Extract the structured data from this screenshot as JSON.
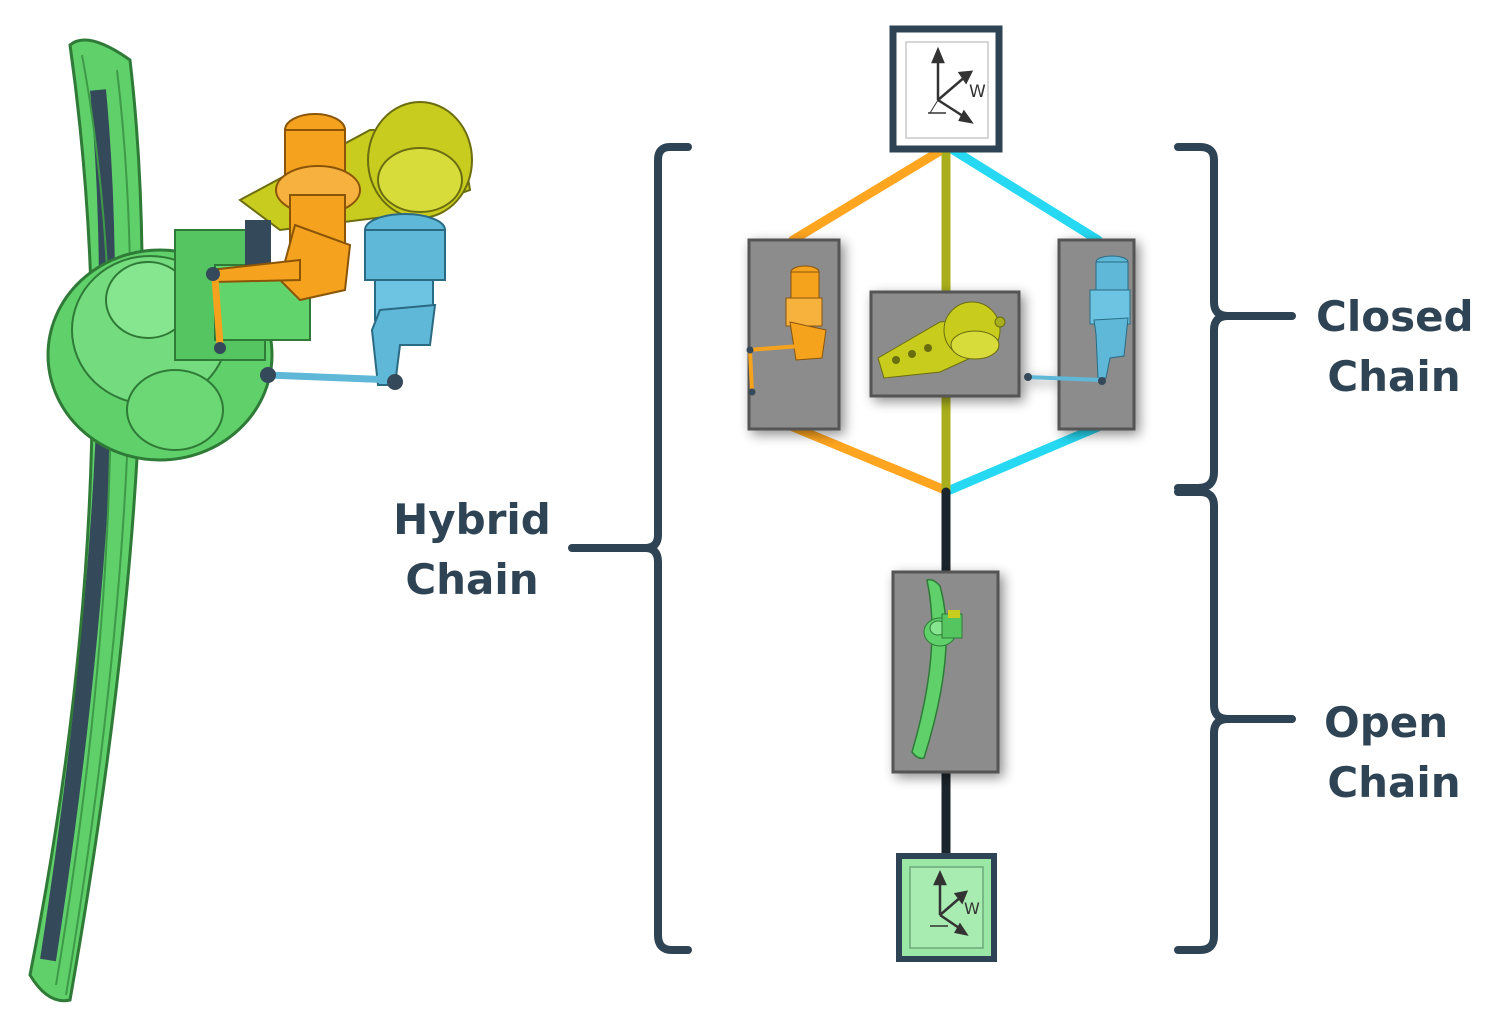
{
  "labels": {
    "hybrid": [
      "Hybrid",
      "Chain"
    ],
    "closed": [
      "Closed",
      "Chain"
    ],
    "open": [
      "Open",
      "Chain"
    ]
  },
  "frames": {
    "world_symbol": "W",
    "end_symbol": "W"
  },
  "colors": {
    "text": "#2e4354",
    "bracket": "#2e4354",
    "orange": "#ffa51f",
    "olive": "#a8ae1c",
    "cyan": "#26d8f2",
    "black_link": "#1b252c",
    "box_gray": "#8c8c8c",
    "box_border": "#555555",
    "frame_border": "#2e4354",
    "end_frame_fill": "#9be8a6",
    "robot_green": "#5fd06a",
    "robot_orange": "#f5a21f",
    "robot_yellow": "#c8cc1e",
    "robot_blue": "#5fb8d8"
  }
}
